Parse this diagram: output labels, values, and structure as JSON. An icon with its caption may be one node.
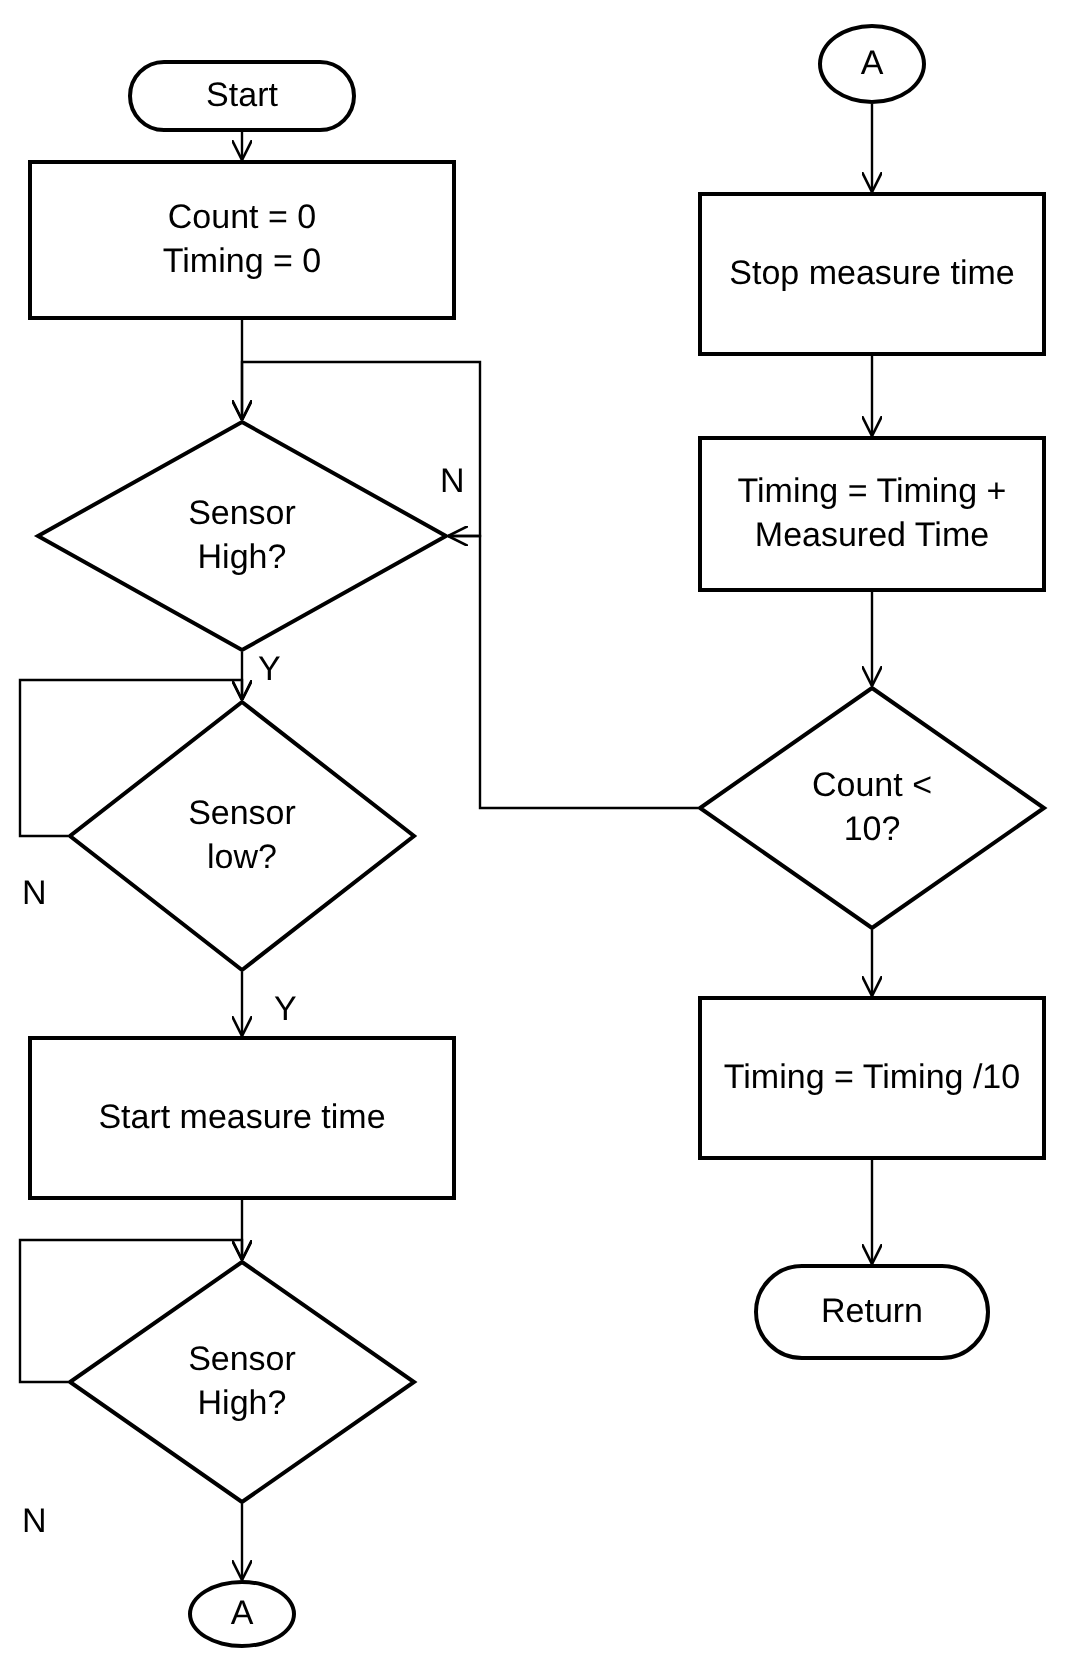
{
  "diagram": {
    "nodes": [
      {
        "text": [
          "Start"
        ]
      },
      {
        "text": [
          "Count = 0 Timing = 0"
        ]
      },
      {
        "text": [
          "Sensor High?"
        ]
      },
      {
        "text": [
          "Sensor low?"
        ]
      },
      {
        "text": [
          "Start measure time"
        ]
      },
      {
        "text": [
          "Sensor High?"
        ]
      },
      {
        "text": [
          "A"
        ]
      },
      {
        "text": [
          "A"
        ]
      },
      {
        "text": [
          "Stop measure time"
        ]
      },
      {
        "text": [
          "Timing = Timing + Measured Time"
        ]
      },
      {
        "text": [
          "Count < 10?"
        ]
      },
      {
        "text": [
          "Timing = Timing /10"
        ]
      },
      {
        "text": [
          "Return"
        ]
      }
    ],
    "edges": [
      {
        "from": 0,
        "to": 1,
        "arrow": "to"
      },
      {
        "from": 1,
        "to": 2,
        "arrow": "to"
      },
      {
        "from": 2,
        "to": 2,
        "arrow": "to",
        "label": "N"
      },
      {
        "from": 2,
        "to": 3,
        "arrow": "to",
        "label": "Y"
      },
      {
        "from": 3,
        "to": 3,
        "arrow": "to",
        "label": "N"
      },
      {
        "from": 3,
        "to": 4,
        "arrow": "to",
        "label": "Y"
      },
      {
        "from": 4,
        "to": 5,
        "arrow": "to"
      },
      {
        "from": 5,
        "to": 5,
        "arrow": "to",
        "label": "N"
      },
      {
        "from": 5,
        "to": 6,
        "arrow": "to"
      },
      {
        "from": 7,
        "to": 8,
        "arrow": "to"
      },
      {
        "from": 8,
        "to": 9,
        "arrow": "to"
      },
      {
        "from": 9,
        "to": 10,
        "arrow": "to"
      },
      {
        "from": 10,
        "to": 2,
        "arrow": "to"
      },
      {
        "from": 10,
        "to": 11,
        "arrow": "to"
      },
      {
        "from": 11,
        "to": 12,
        "arrow": "to"
      }
    ]
  }
}
